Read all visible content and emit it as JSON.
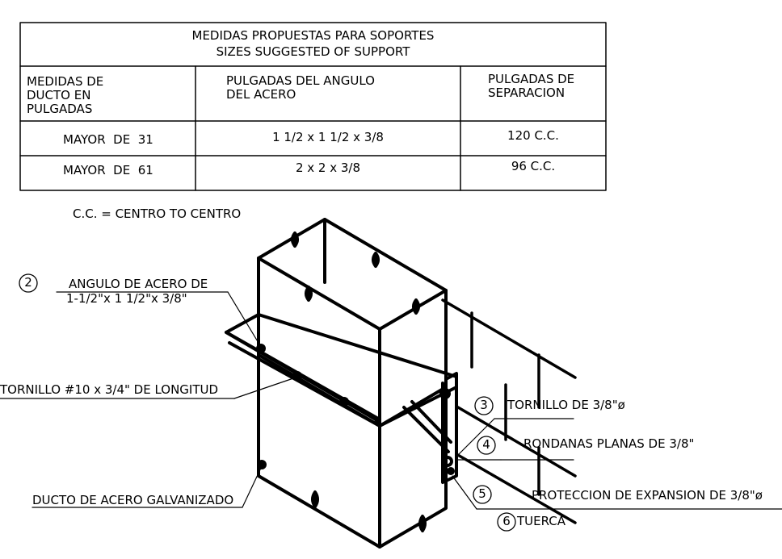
{
  "table": {
    "title_es": "MEDIDAS PROPUESTAS PARA SOPORTES",
    "title_en": "SIZES SUGGESTED OF SUPPORT",
    "headers": [
      "MEDIDAS DE\nDUCTO EN\nPULGADAS",
      "PULGADAS DEL ANGULO\nDEL ACERO",
      "PULGADAS DE\nSEPARACION"
    ],
    "rows": [
      [
        "MAYOR  DE  31",
        "1 1/2 x 1 1/2 x 3/8",
        "120 C.C."
      ],
      [
        "MAYOR  DE  61",
        "2 x 2 x 3/8",
        "96 C.C."
      ]
    ]
  },
  "note": "C.C. = CENTRO TO CENTRO",
  "callouts": {
    "angle": {
      "number": "2",
      "line1": "ANGULO DE ACERO DE",
      "line2": "1-1/2\"x 1 1/2\"x 3/8\""
    },
    "screw": {
      "text": "TORNILLO #10 x 3/4\" DE LONGITUD"
    },
    "duct": {
      "text": "DUCTO DE ACERO GALVANIZADO"
    },
    "bolt": {
      "number": "3",
      "text": "TORNILLO DE 3/8\"ø"
    },
    "washers": {
      "number": "4",
      "text": "RONDANAS PLANAS DE 3/8\""
    },
    "anchor": {
      "number": "5",
      "text": "PROTECCION DE EXPANSION DE 3/8\"ø"
    },
    "nut": {
      "number": "6",
      "text": "TUERCA"
    }
  },
  "colors": {
    "line": "#000000",
    "background": "#ffffff"
  }
}
